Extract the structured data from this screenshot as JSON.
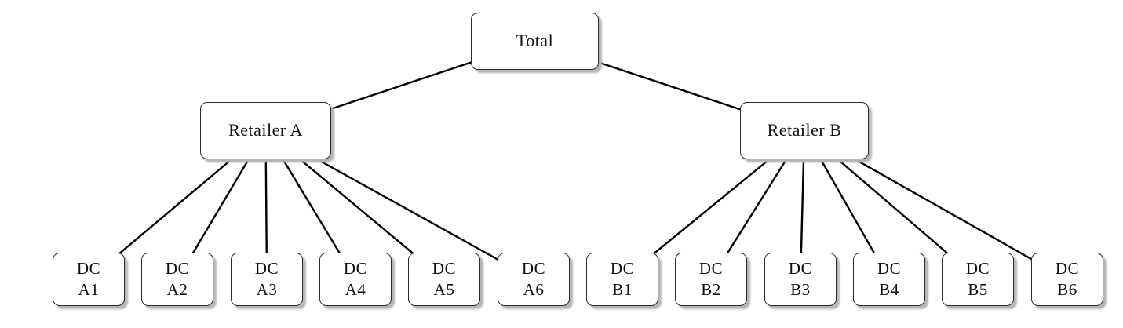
{
  "colors": {
    "background": "#ffffff",
    "node_fill": "#ffffff",
    "node_border": "#2d2d2d",
    "node_shadow": "#b5b5b5",
    "edge": "#000000",
    "text": "#111111"
  },
  "diagram": {
    "type": "tree",
    "nodes": {
      "total": {
        "label": "Total"
      },
      "retailerA": {
        "label": "Retailer A"
      },
      "retailerB": {
        "label": "Retailer B"
      },
      "dcA1": {
        "line1": "DC",
        "line2": "A1"
      },
      "dcA2": {
        "line1": "DC",
        "line2": "A2"
      },
      "dcA3": {
        "line1": "DC",
        "line2": "A3"
      },
      "dcA4": {
        "line1": "DC",
        "line2": "A4"
      },
      "dcA5": {
        "line1": "DC",
        "line2": "A5"
      },
      "dcA6": {
        "line1": "DC",
        "line2": "A6"
      },
      "dcB1": {
        "line1": "DC",
        "line2": "B1"
      },
      "dcB2": {
        "line1": "DC",
        "line2": "B2"
      },
      "dcB3": {
        "line1": "DC",
        "line2": "B3"
      },
      "dcB4": {
        "line1": "DC",
        "line2": "B4"
      },
      "dcB5": {
        "line1": "DC",
        "line2": "B5"
      },
      "dcB6": {
        "line1": "DC",
        "line2": "B6"
      }
    },
    "edges": [
      {
        "from": "total",
        "to": "retailerA"
      },
      {
        "from": "total",
        "to": "retailerB"
      },
      {
        "from": "retailerA",
        "to": "dcA1"
      },
      {
        "from": "retailerA",
        "to": "dcA2"
      },
      {
        "from": "retailerA",
        "to": "dcA3"
      },
      {
        "from": "retailerA",
        "to": "dcA4"
      },
      {
        "from": "retailerA",
        "to": "dcA5"
      },
      {
        "from": "retailerA",
        "to": "dcA6"
      },
      {
        "from": "retailerB",
        "to": "dcB1"
      },
      {
        "from": "retailerB",
        "to": "dcB2"
      },
      {
        "from": "retailerB",
        "to": "dcB3"
      },
      {
        "from": "retailerB",
        "to": "dcB4"
      },
      {
        "from": "retailerB",
        "to": "dcB5"
      },
      {
        "from": "retailerB",
        "to": "dcB6"
      }
    ]
  }
}
